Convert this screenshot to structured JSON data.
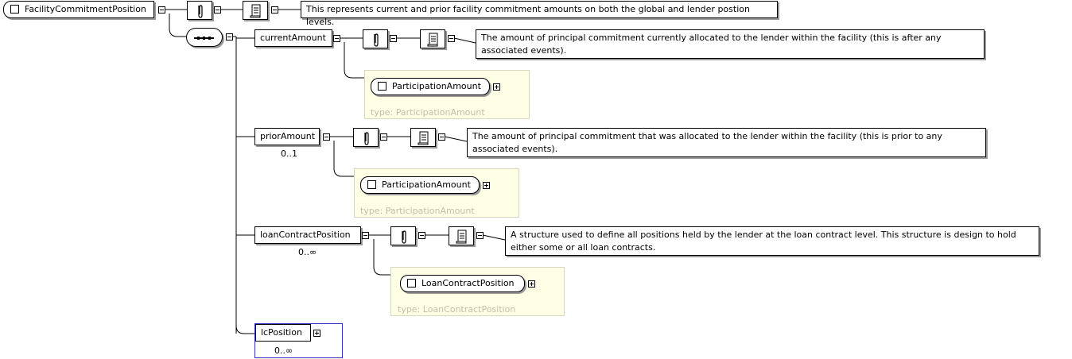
{
  "root": {
    "name": "FacilityCommitmentPosition",
    "doc": "This represents current and prior facility commitment amounts on both the global and lender postion levels."
  },
  "sequence": {
    "icon": "sequence-icon"
  },
  "children": [
    {
      "name": "currentAmount",
      "cardinality": "",
      "doc": "The amount of principal commitment currently allocated to the lender within the facility (this is after any associated events).",
      "type_element": "ParticipationAmount",
      "type_label": "type: ParticipationAmount"
    },
    {
      "name": "priorAmount",
      "cardinality": "0..1",
      "doc": "The amount of principal commitment that was allocated to the lender within the facility (this is prior to any associated events).",
      "type_element": "ParticipationAmount",
      "type_label": "type: ParticipationAmount"
    },
    {
      "name": "loanContractPosition",
      "cardinality": "0..∞",
      "doc": "A structure used to define all positions held by the lender at the loan contract level. This structure is design to hold either some or all loan contracts.",
      "type_element": "LoanContractPosition",
      "type_label": "type: LoanContractPosition"
    },
    {
      "name": "lcPosition",
      "cardinality": "0..∞"
    }
  ],
  "icons": {
    "annotation": "paperclip-icon",
    "documentation": "scroll-icon"
  }
}
